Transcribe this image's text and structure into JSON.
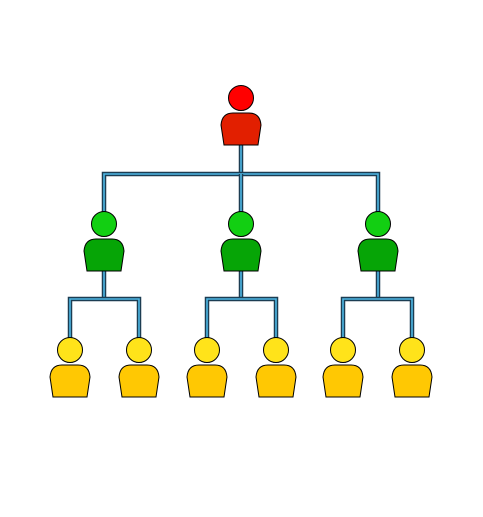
{
  "diagram": {
    "type": "organization-hierarchy",
    "levels": [
      {
        "name": "top",
        "count": 1,
        "head_color": "#ff0000",
        "body_color": "#e21f00"
      },
      {
        "name": "middle",
        "count": 3,
        "head_color": "#12cf12",
        "body_color": "#06a506"
      },
      {
        "name": "bottom",
        "count": 6,
        "head_color": "#ffe31a",
        "body_color": "#ffc803"
      }
    ],
    "connector_outer_color": "#1c3d52",
    "connector_inner_color": "#4fb8e6",
    "outline_color": "#000000",
    "nodes": [
      {
        "id": "top-1",
        "level": 0,
        "parent": null
      },
      {
        "id": "mid-1",
        "level": 1,
        "parent": "top-1"
      },
      {
        "id": "mid-2",
        "level": 1,
        "parent": "top-1"
      },
      {
        "id": "mid-3",
        "level": 1,
        "parent": "top-1"
      },
      {
        "id": "bot-1",
        "level": 2,
        "parent": "mid-1"
      },
      {
        "id": "bot-2",
        "level": 2,
        "parent": "mid-1"
      },
      {
        "id": "bot-3",
        "level": 2,
        "parent": "mid-2"
      },
      {
        "id": "bot-4",
        "level": 2,
        "parent": "mid-2"
      },
      {
        "id": "bot-5",
        "level": 2,
        "parent": "mid-3"
      },
      {
        "id": "bot-6",
        "level": 2,
        "parent": "mid-3"
      }
    ]
  }
}
